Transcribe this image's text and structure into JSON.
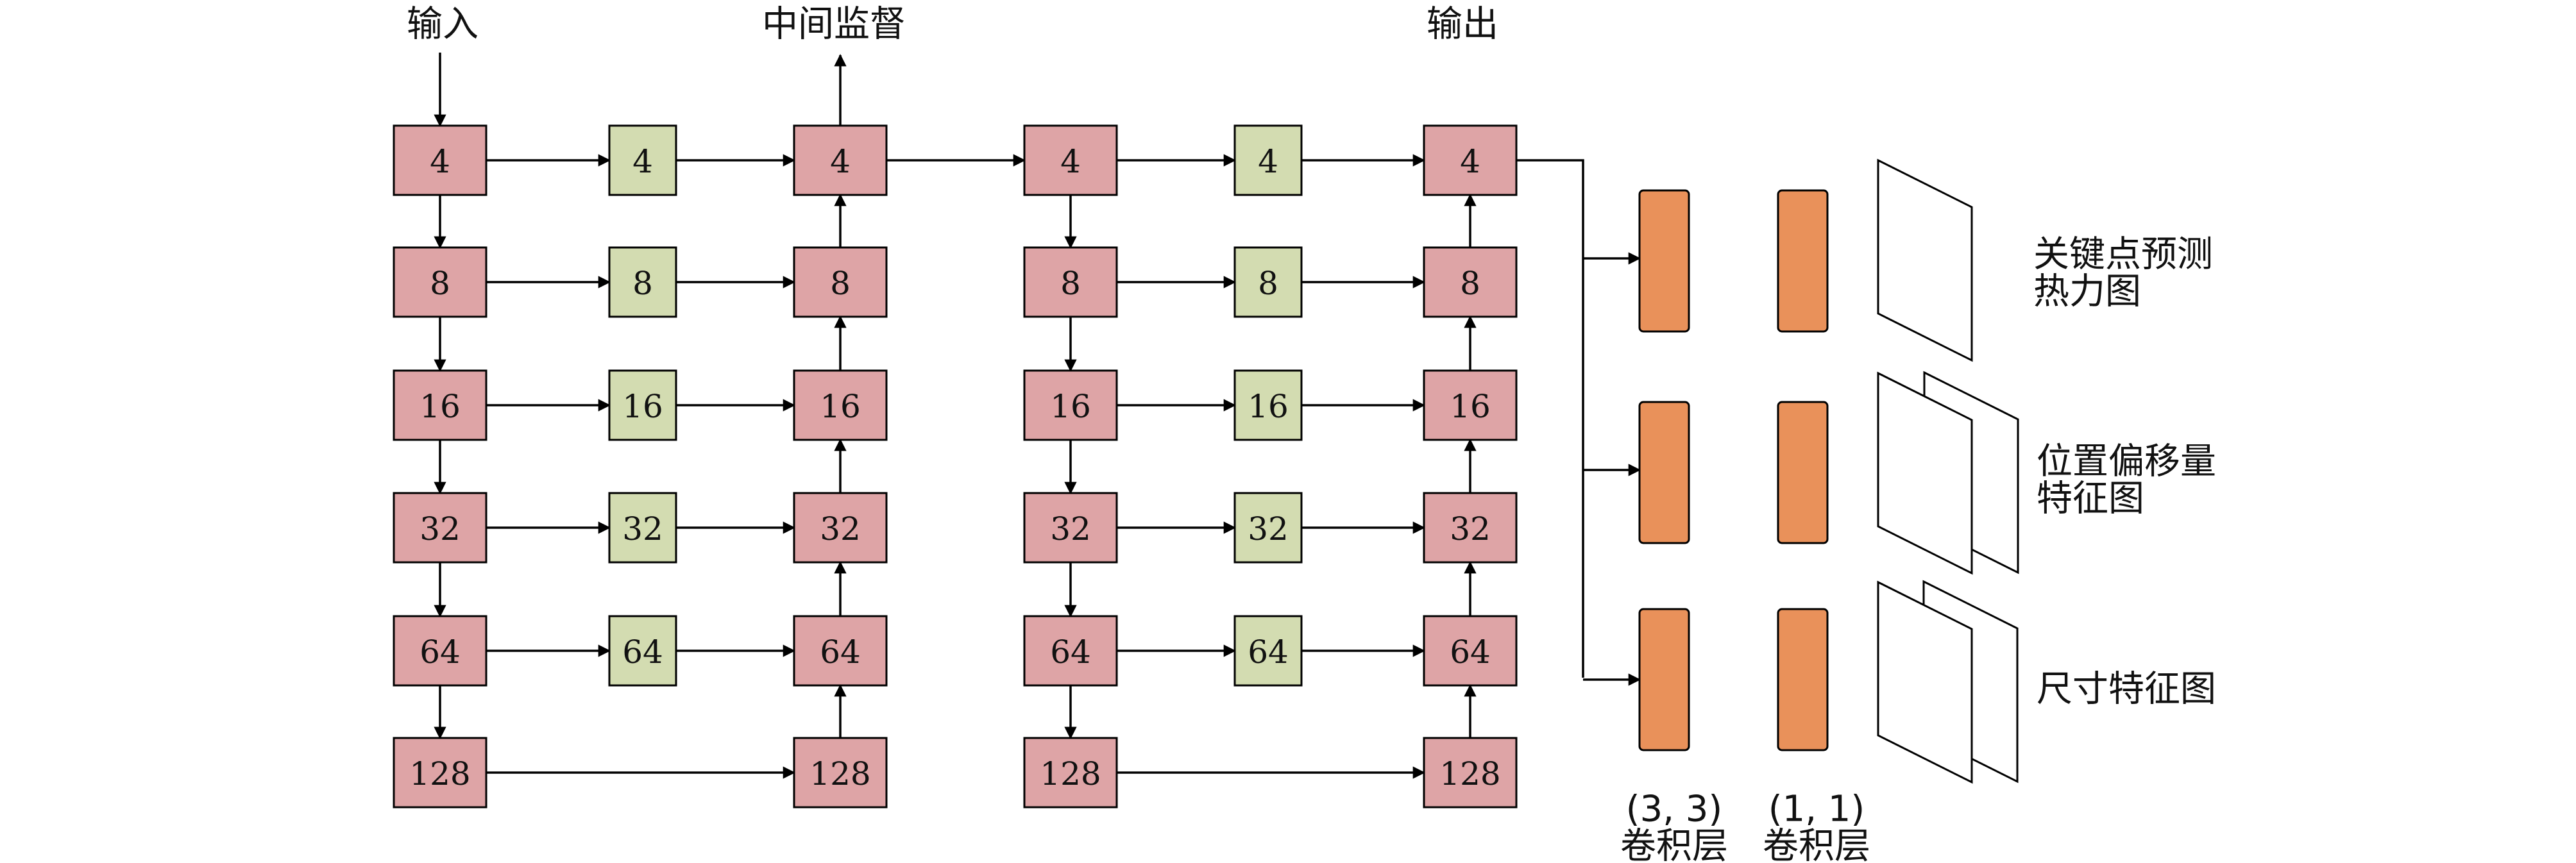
{
  "top_labels": {
    "input": "输入",
    "intermediate_supervision": "中间监督",
    "output": "输出"
  },
  "scales": [
    "4",
    "8",
    "16",
    "32",
    "64",
    "128"
  ],
  "skip_scales": [
    "4",
    "8",
    "16",
    "32",
    "64"
  ],
  "conv_layers": {
    "first": {
      "kernel": "(3, 3)",
      "name": "卷积层"
    },
    "second": {
      "kernel": "(1, 1)",
      "name": "卷积层"
    }
  },
  "output_maps": [
    {
      "line1": "关键点预测",
      "line2": "热力图"
    },
    {
      "line1": "位置偏移量",
      "line2": "特征图"
    },
    {
      "line1": "尺寸特征图",
      "line2": ""
    }
  ],
  "colors": {
    "encoder_box": "#dea4a6",
    "skip_box": "#d3dcb1",
    "conv_box": "#e9915a",
    "line": "#000000"
  }
}
